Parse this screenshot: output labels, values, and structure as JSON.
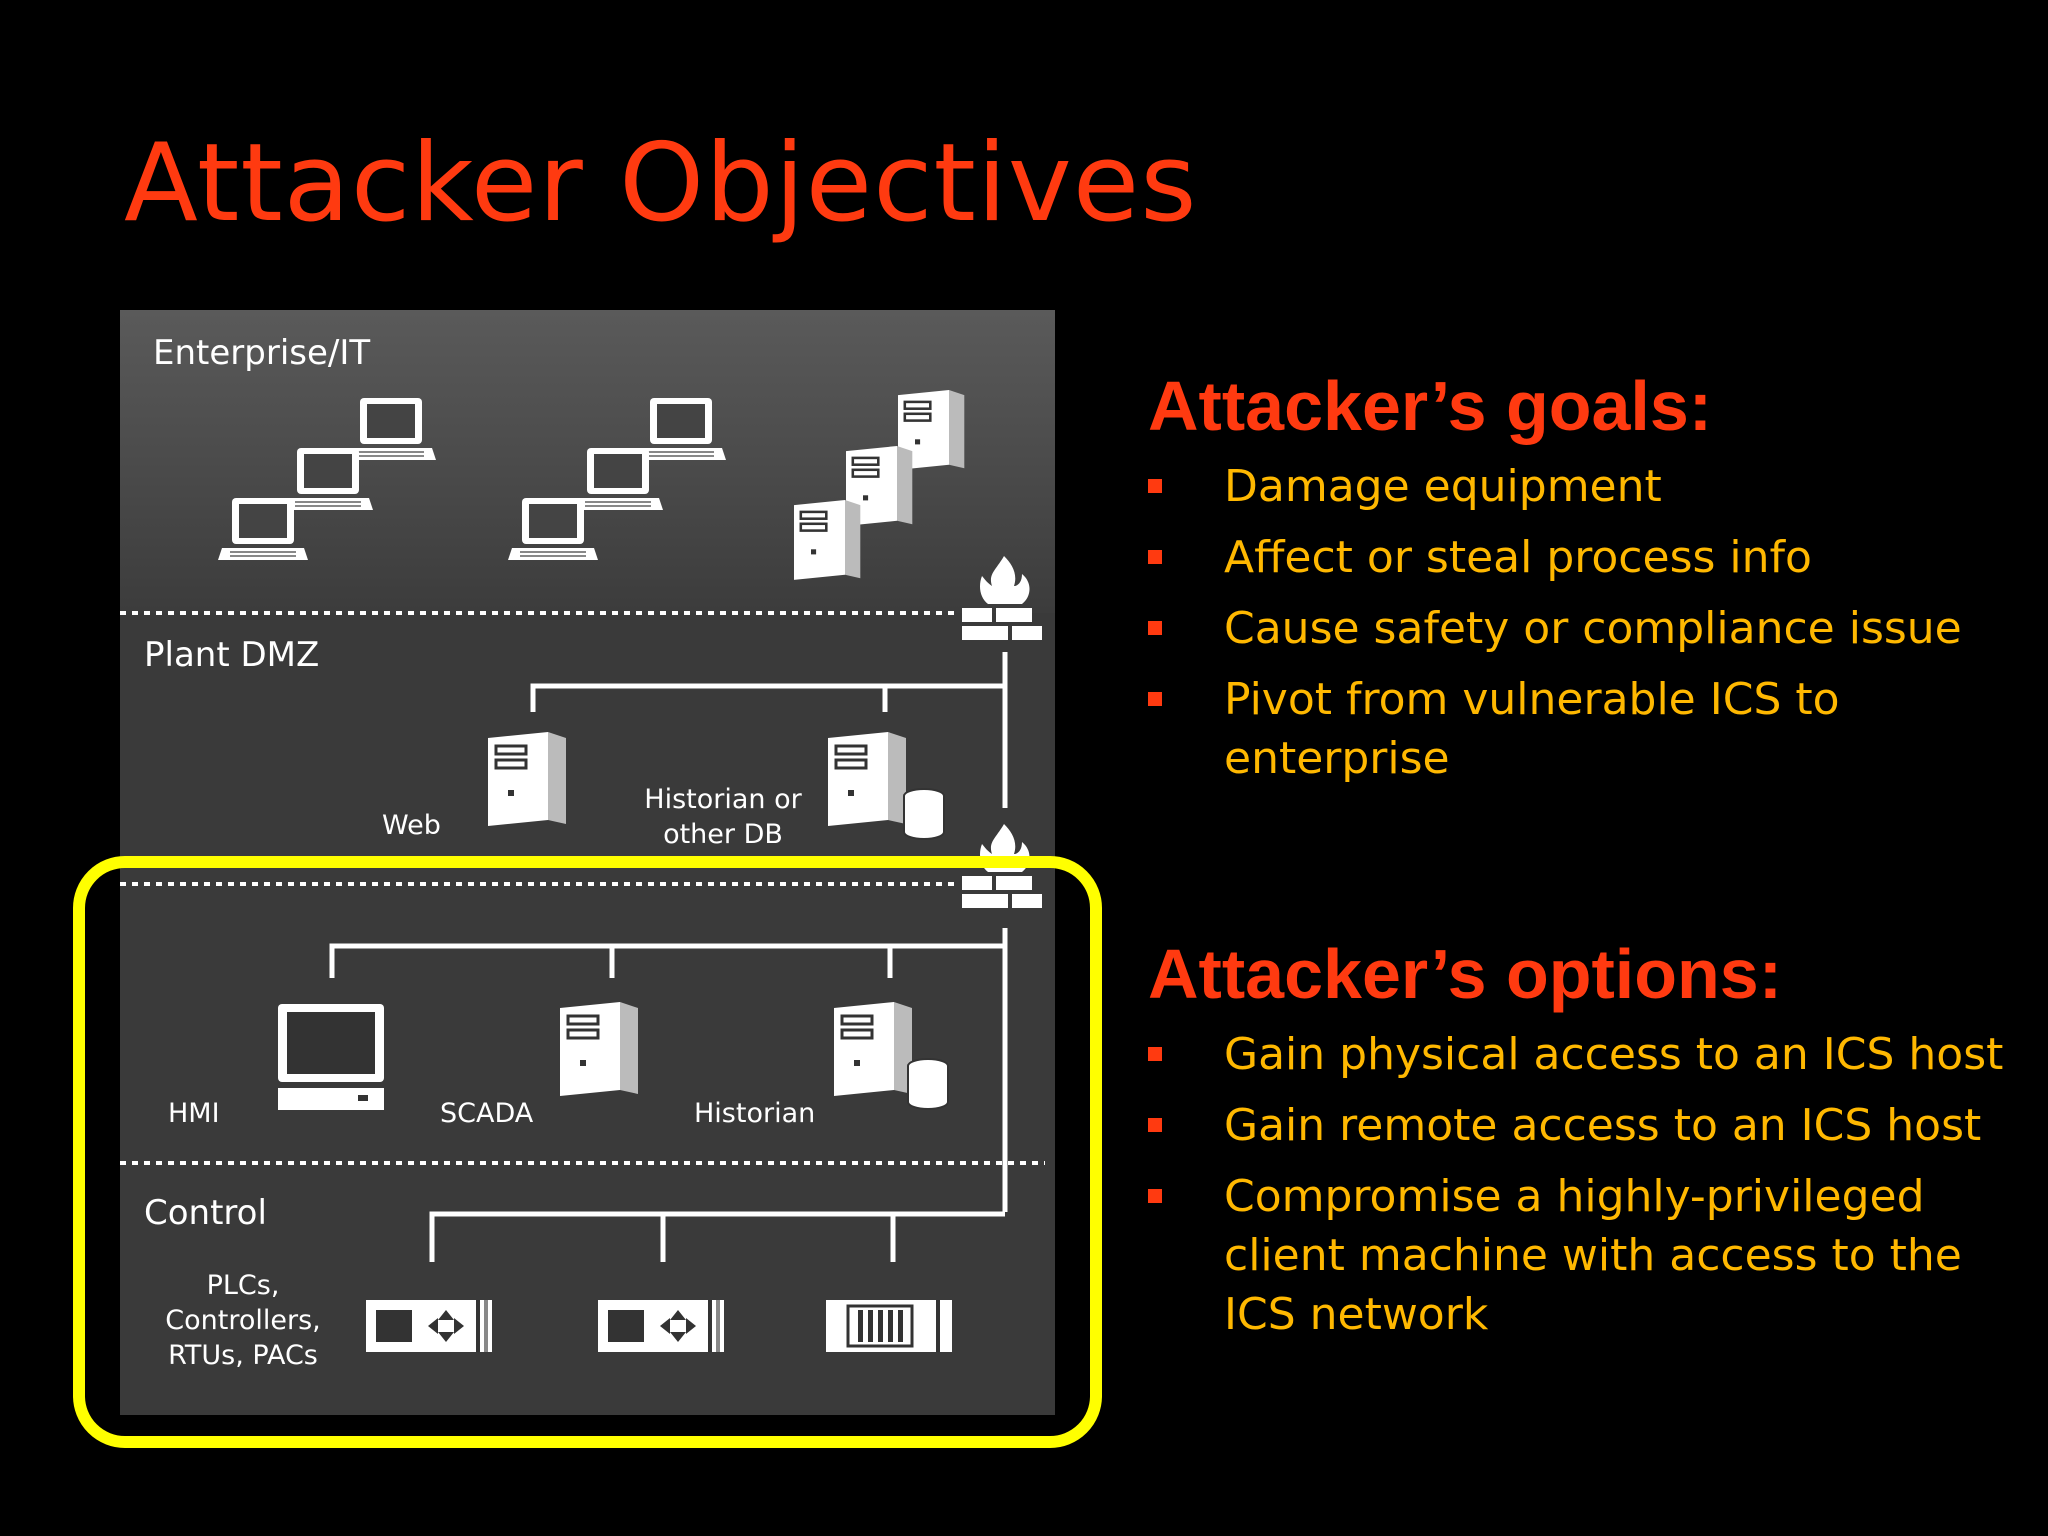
{
  "slide": {
    "title": "Attacker Objectives"
  },
  "diagram": {
    "zones": {
      "enterprise": "Enterprise/IT",
      "dmz": "Plant DMZ",
      "control": "Control"
    },
    "labels": {
      "web": "Web",
      "historian_db_line1": "Historian or",
      "historian_db_line2": "other DB",
      "hmi": "HMI",
      "scada": "SCADA",
      "historian": "Historian",
      "plcs_line1": "PLCs,",
      "plcs_line2": "Controllers,",
      "plcs_line3": "RTUs, PACs"
    },
    "colors": {
      "highlight": "#ffff00",
      "zone_bg": "#3a3a3a"
    }
  },
  "goals": {
    "heading": "Attacker’s goals:",
    "items": [
      {
        "label": "Damage equipment"
      },
      {
        "label": "Affect or steal process info"
      },
      {
        "label": "Cause safety or compliance issue"
      },
      {
        "label": "Pivot from vulnerable ICS to enterprise"
      }
    ]
  },
  "options": {
    "heading": "Attacker’s options:",
    "items": [
      {
        "label": "Gain physical access to an ICS host"
      },
      {
        "label": "Gain remote access to an ICS host"
      },
      {
        "label": "Compromise a highly-privileged client machine with access to the ICS network"
      }
    ]
  },
  "colors": {
    "title": "#ff3a10",
    "text_accent": "#ffb800",
    "background": "#000000"
  }
}
